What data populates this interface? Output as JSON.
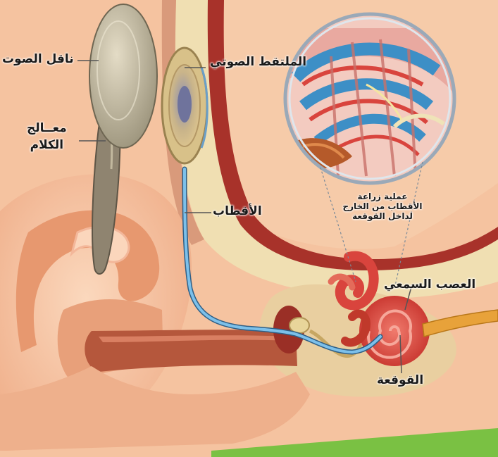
{
  "labels": {
    "sound_transmitter": "ناقل الصوت",
    "speech_processor_line1": "معــالج",
    "speech_processor_line2": "الكلام",
    "sound_receiver": "الملتقط الصوتي",
    "electrodes": "الأقطاب",
    "implant_caption_line1": "عملية زراعة",
    "implant_caption_line2": "الأقطاب من الخارج",
    "implant_caption_line3": "لداخل القوقعة",
    "auditory_nerve": "العصب السمعي",
    "cochlea": "القوقعة"
  },
  "colors": {
    "skin": "#f2b48f",
    "skin_light": "#f8cfae",
    "skin_dark": "#d9805c",
    "canal_dark": "#b5573c",
    "bone": "#f1e2b8",
    "tissue_red": "#c0392b",
    "cochlea_red": "#d9443d",
    "electrode_blue": "#5ea7d8",
    "device_gray": "#c8c0a8",
    "nerve_orange": "#e8a23a",
    "accent_green": "#7ac143"
  }
}
